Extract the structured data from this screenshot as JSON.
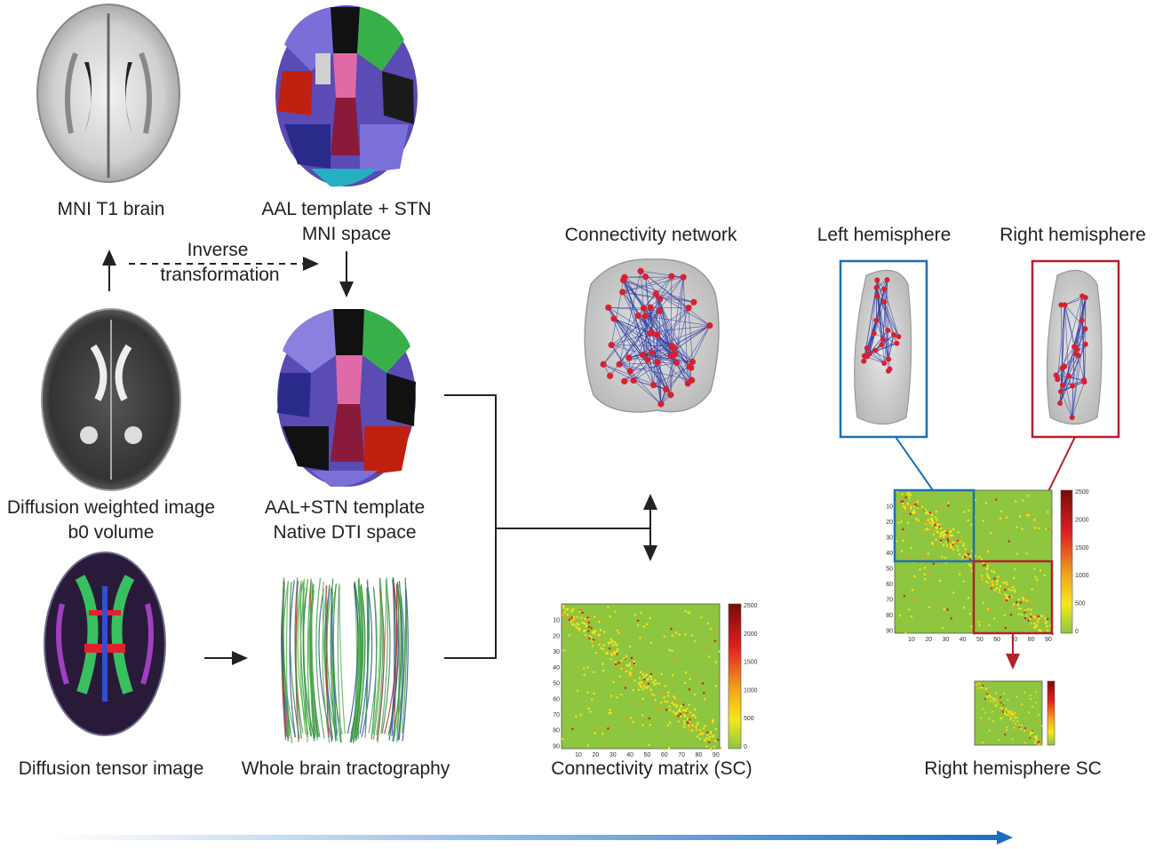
{
  "labels": {
    "mni_t1": "MNI T1 brain",
    "aal_mni_1": "AAL template + STN",
    "aal_mni_2": "MNI space",
    "inverse_1": "Inverse",
    "inverse_2": "transformation",
    "dwi_1": "Diffusion weighted image",
    "dwi_2": "b0 volume",
    "aal_native_1": "AAL+STN template",
    "aal_native_2": "Native DTI space",
    "dti": "Diffusion tensor image",
    "tractography": "Whole brain tractography",
    "connectivity_network": "Connectivity network",
    "connectivity_matrix": "Connectivity matrix (SC)",
    "left_hemisphere": "Left hemisphere",
    "right_hemisphere": "Right hemisphere",
    "right_hemisphere_sc": "Right hemisphere SC"
  },
  "matrix_axis": {
    "ticks": [
      "10",
      "20",
      "30",
      "40",
      "50",
      "60",
      "70",
      "80",
      "90"
    ],
    "colorbar_ticks": [
      "2500",
      "2000",
      "1500",
      "1000",
      "500",
      "0"
    ]
  },
  "colors": {
    "left_box": "#1f6fb5",
    "right_box": "#b5202e",
    "network_edges": "#2b3a9e",
    "nodes": "#d9202e",
    "matrix_bg": "#8ec63f",
    "timeline": "#1a6fc4"
  }
}
